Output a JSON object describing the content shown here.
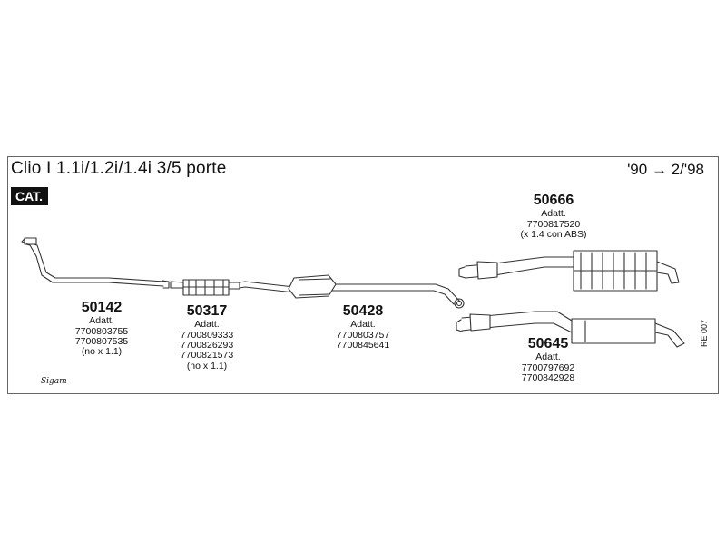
{
  "header": {
    "title": "Clio I 1.1i/1.2i/1.4i 3/5 porte",
    "years": "'90 → 2/'98",
    "badge": "CAT."
  },
  "parts": [
    {
      "number": "50142",
      "lines": [
        "Adatt.",
        "7700803755",
        "7700807535",
        "(no x 1.1)"
      ]
    },
    {
      "number": "50317",
      "lines": [
        "Adatt.",
        "7700809333",
        "7700826293",
        "7700821573",
        "(no x 1.1)"
      ]
    },
    {
      "number": "50428",
      "lines": [
        "Adatt.",
        "7700803757",
        "7700845641"
      ]
    },
    {
      "number": "50666",
      "lines": [
        "Adatt.",
        "7700817520",
        "(x 1.4 con ABS)"
      ]
    },
    {
      "number": "50645",
      "lines": [
        "Adatt.",
        "7700797692",
        "7700842928"
      ]
    }
  ],
  "footer": {
    "logo": "Sigam",
    "code": "RE 007"
  }
}
